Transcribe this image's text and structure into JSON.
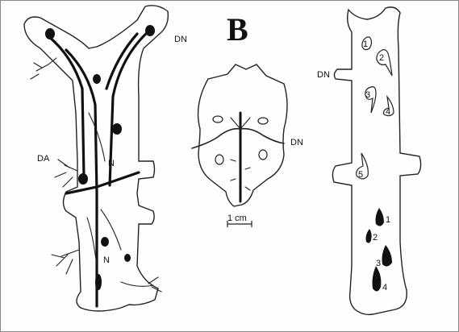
{
  "panel_label": "B",
  "left_diagram": {
    "labels": {
      "dn": "DN",
      "da": "DA",
      "n_upper": "N",
      "n_lower": "N"
    }
  },
  "middle_diagram": {
    "labels": {
      "dn": "DN",
      "scale": "1 cm"
    }
  },
  "right_diagram": {
    "labels": {
      "dn": "DN"
    },
    "upper_cells": [
      "1",
      "2",
      "3",
      "4",
      "5"
    ],
    "lower_cells": [
      "1",
      "2",
      "3",
      "4"
    ]
  }
}
